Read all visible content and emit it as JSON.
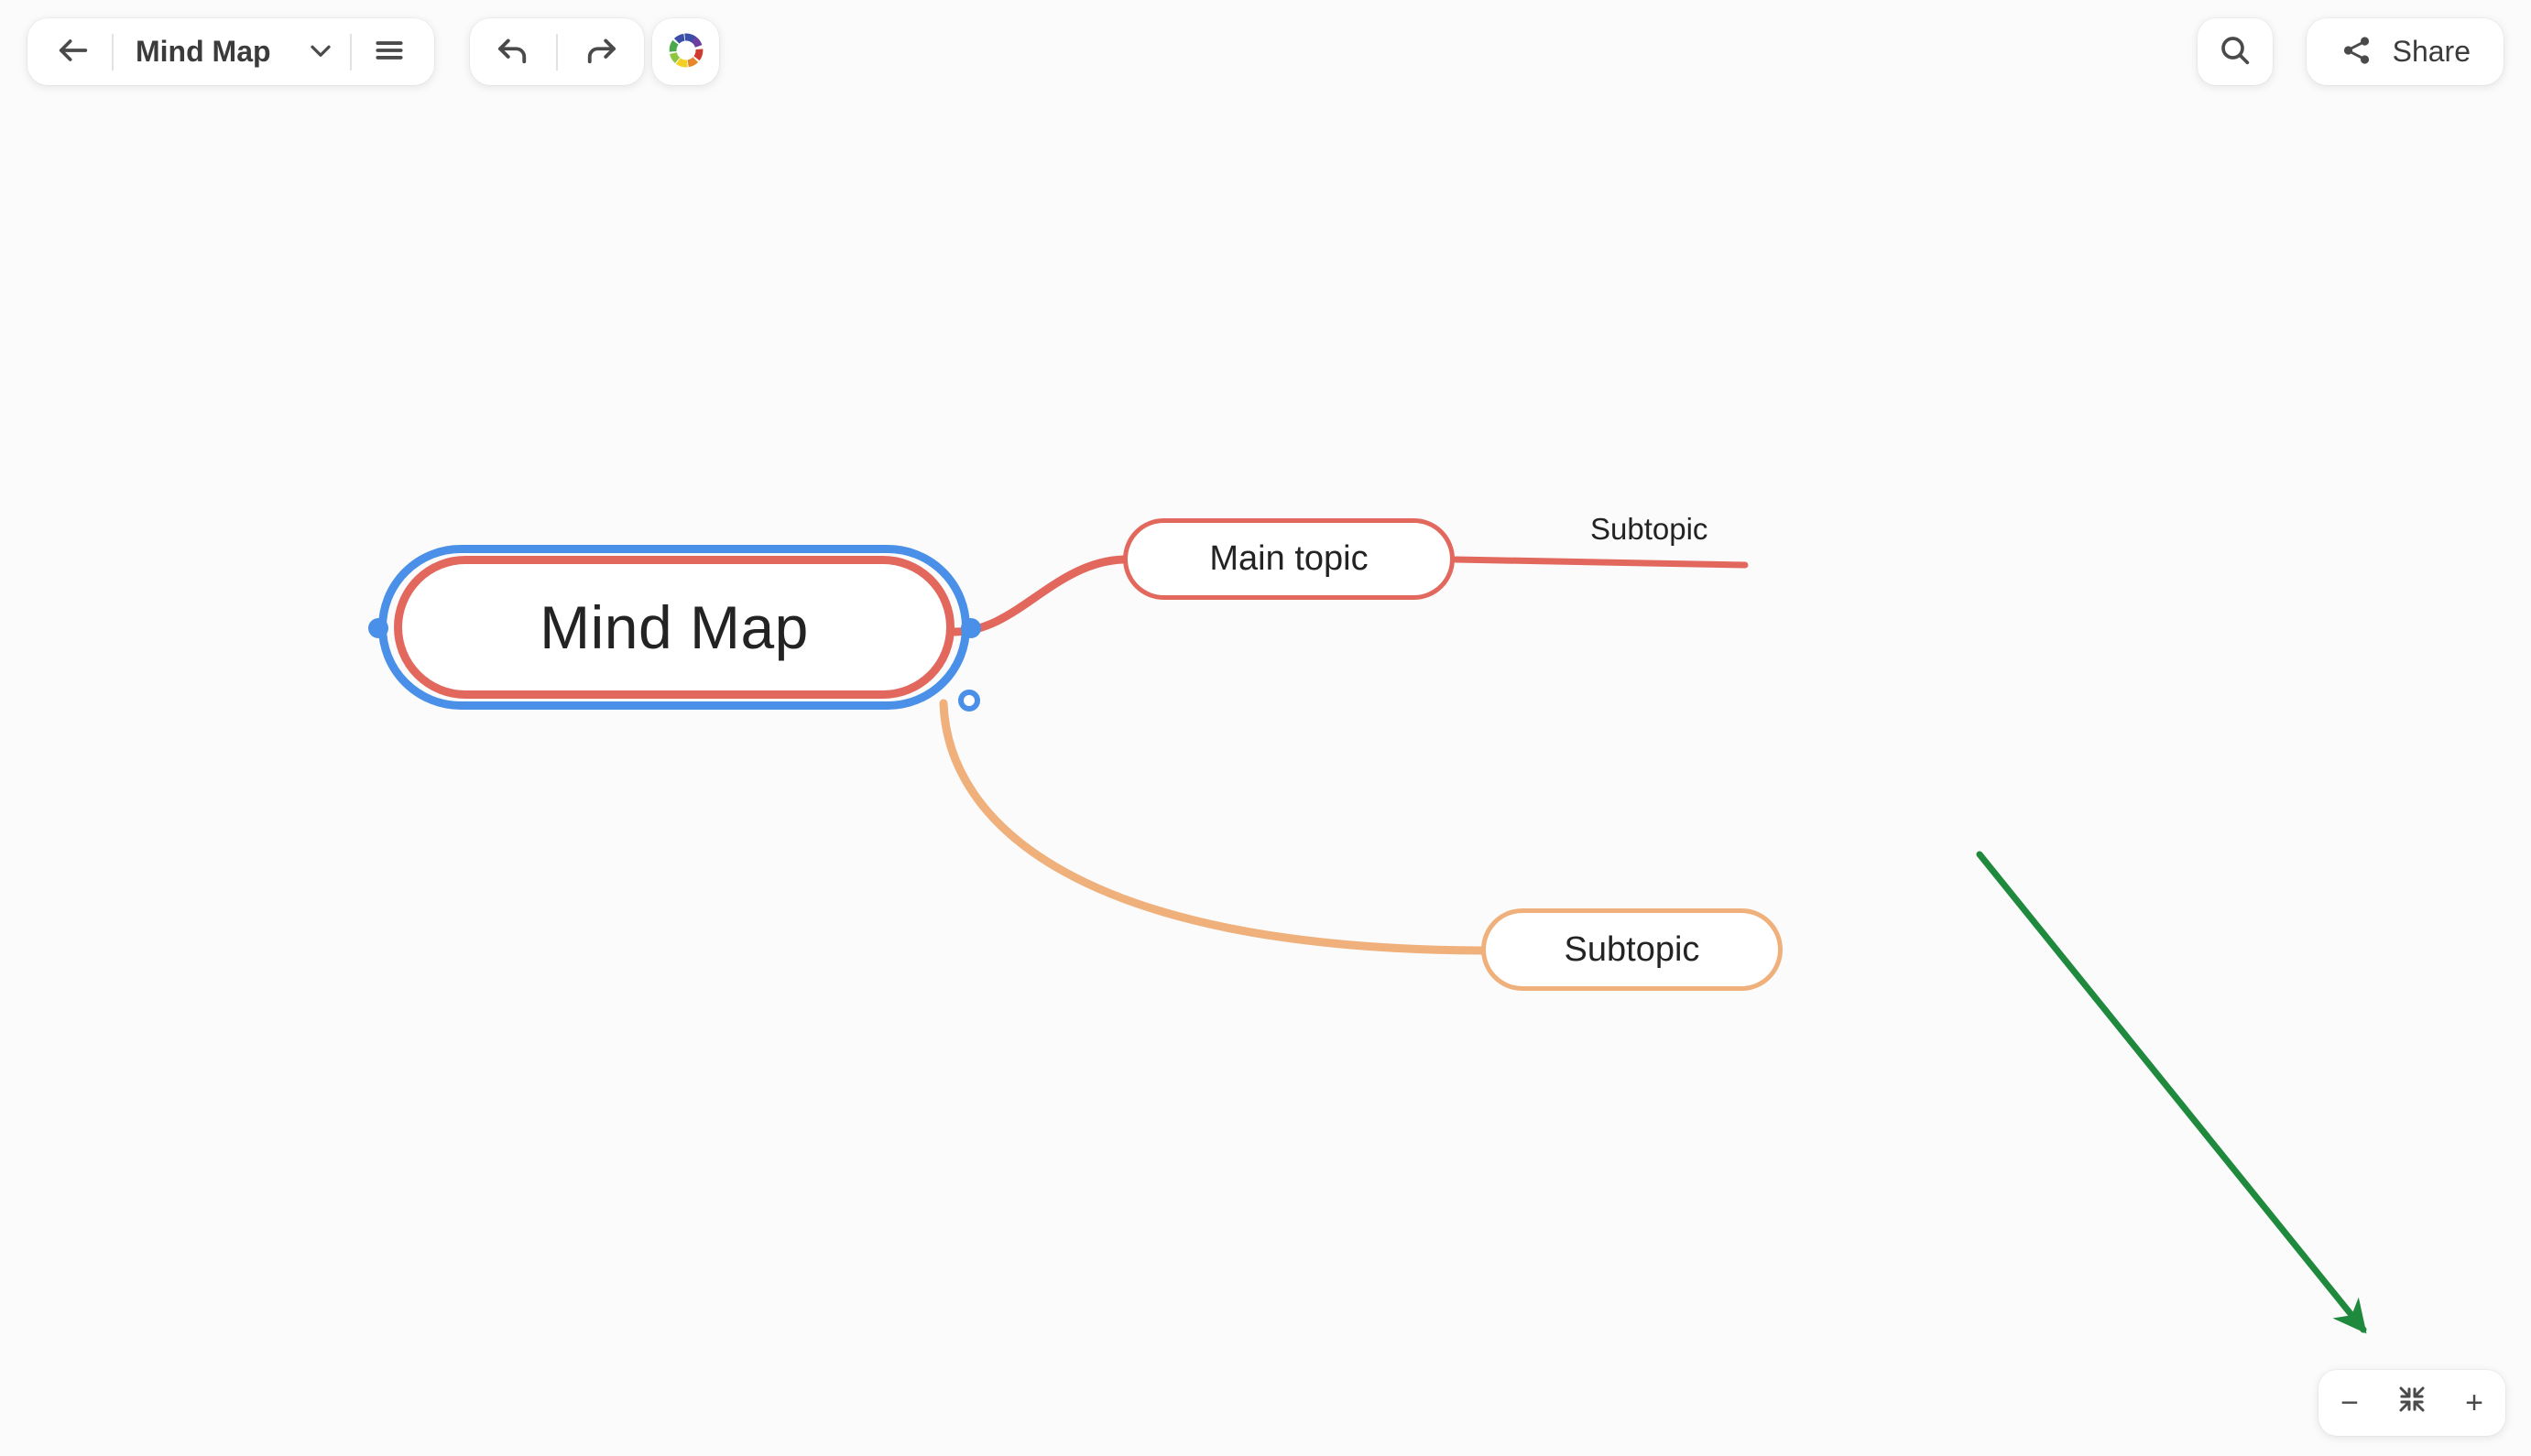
{
  "app": {
    "background_color": "#fbfbfb",
    "canvas_background": "#fbfbfb"
  },
  "toolbar": {
    "back_icon": "arrow-left-icon",
    "document_title": "Mind Map",
    "title_dropdown_icon": "chevron-down-icon",
    "menu_icon": "hamburger-menu-icon",
    "undo_icon": "undo-arrow-icon",
    "redo_icon": "redo-arrow-icon",
    "theme_icon": "color-wheel-icon",
    "theme_colors": [
      "#3b4fa8",
      "#6c3f9e",
      "#c0392b",
      "#d13b2e",
      "#e8872a",
      "#f2d024",
      "#8dc63f",
      "#4aa94a"
    ]
  },
  "header_right": {
    "search_icon": "search-icon",
    "share_icon": "share-icon",
    "share_label": "Share"
  },
  "mindmap": {
    "root": {
      "label": "Mind Map",
      "border_color": "#e2685e",
      "selected": true
    },
    "nodes": [
      {
        "id": "main-topic",
        "label": "Main topic",
        "border_color": "#e2685e",
        "type": "rounded-pill"
      },
      {
        "id": "subtopic-orange",
        "label": "Subtopic",
        "border_color": "#efb07b",
        "type": "rounded-pill"
      }
    ],
    "text_labels": [
      {
        "id": "subtopic-underline",
        "label": "Subtopic",
        "line_color": "#e2685e",
        "type": "underline-branch"
      }
    ],
    "connectors": [
      {
        "from": "root",
        "to": "main-topic",
        "color": "#e2685e"
      },
      {
        "from": "main-topic",
        "to": "subtopic-underline",
        "color": "#e2685e"
      },
      {
        "from": "root",
        "to": "subtopic-orange",
        "color": "#efb07b"
      }
    ],
    "selection": {
      "color": "#4a90e8",
      "handles": [
        "left-midpoint",
        "right-midpoint",
        "bottom-right-add"
      ]
    },
    "annotations": [
      {
        "id": "green-arrow",
        "type": "arrow",
        "color": "#1f8a3d"
      }
    ]
  },
  "zoom_controls": {
    "zoom_out_label": "−",
    "fit_icon": "fit-to-screen-icon",
    "zoom_in_label": "+"
  }
}
